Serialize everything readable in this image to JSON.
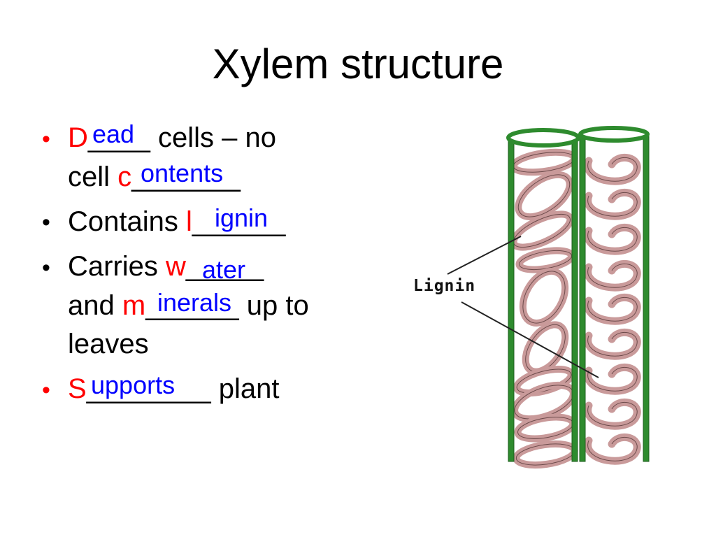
{
  "slide": {
    "title": "Xylem structure",
    "bullets": [
      {
        "lines": [
          {
            "letter": "D",
            "blank": "____",
            "rest": " cells – no",
            "answer": "ead"
          },
          {
            "prefix": "cell ",
            "letter": "c",
            "blank": "_______",
            "answer": "ontents"
          }
        ]
      },
      {
        "lines": [
          {
            "prefix": "Contains ",
            "letter": "l",
            "blank": "______",
            "answer": "ignin"
          }
        ]
      },
      {
        "lines": [
          {
            "prefix": "Carries ",
            "letter": "w",
            "blank": "_____",
            "answer": "ater"
          },
          {
            "prefix": "and ",
            "letter": "m",
            "blank": "______",
            "rest": " up to",
            "answer": "inerals"
          },
          {
            "prefix": "leaves"
          }
        ]
      },
      {
        "lines": [
          {
            "letter": "S",
            "blank": "________",
            "rest": " plant",
            "answer": "upports"
          }
        ]
      }
    ],
    "bullet_symbol": "•"
  },
  "diagram": {
    "label": "Lignin",
    "wall_color": "#2e8b2e",
    "ring_color": "#c99a9a"
  }
}
